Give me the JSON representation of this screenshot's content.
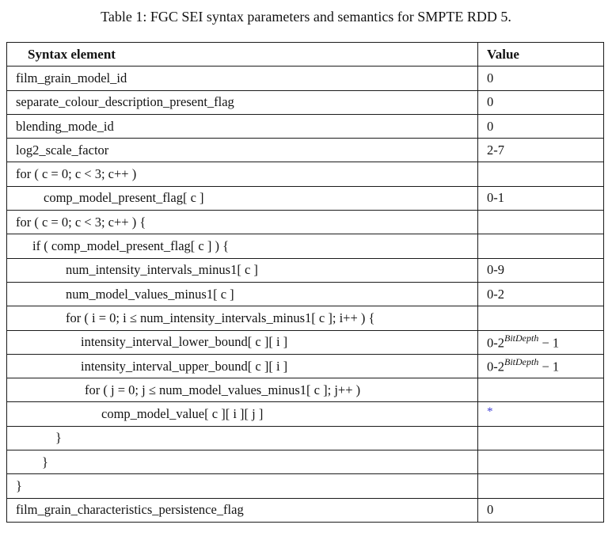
{
  "caption": "Table 1: FGC SEI syntax parameters and semantics for SMPTE RDD 5.",
  "table": {
    "headers": [
      "Syntax element",
      "Value"
    ],
    "rows": [
      {
        "syntax": "film_grain_model_id",
        "indent": 0,
        "value": "0"
      },
      {
        "syntax": "separate_colour_description_present_flag",
        "indent": 0,
        "value": "0"
      },
      {
        "syntax": "blending_mode_id",
        "indent": 0,
        "value": "0"
      },
      {
        "syntax": "log2_scale_factor",
        "indent": 0,
        "value": "2-7"
      },
      {
        "syntax": "for ( c = 0; c < 3; c++ )",
        "indent": 0,
        "value": ""
      },
      {
        "syntax": "comp_model_present_flag[ c ]",
        "indent": 35,
        "value": "0-1"
      },
      {
        "syntax": "for ( c = 0; c < 3; c++ ) {",
        "indent": 0,
        "value": ""
      },
      {
        "syntax": "if ( comp_model_present_flag[ c ] ) {",
        "indent": 21,
        "value": ""
      },
      {
        "syntax": "num_intensity_intervals_minus1[ c ]",
        "indent": 63,
        "value": "0-9"
      },
      {
        "syntax": "num_model_values_minus1[ c ]",
        "indent": 63,
        "value": "0-2"
      },
      {
        "syntax": "for ( i = 0; i ≤ num_intensity_intervals_minus1[ c ]; i++ ) {",
        "indent": 63,
        "value": ""
      },
      {
        "syntax": "intensity_interval_lower_bound[ c ][ i ]",
        "indent": 82,
        "value": {
          "base": "0-2",
          "sup": "BitDepth",
          "tail": " − 1"
        }
      },
      {
        "syntax": "intensity_interval_upper_bound[ c ][ i ]",
        "indent": 82,
        "value": {
          "base": "0-2",
          "sup": "BitDepth",
          "tail": " − 1"
        }
      },
      {
        "syntax": "for ( j = 0; j ≤ num_model_values_minus1[ c ]; j++ )",
        "indent": 87,
        "value": ""
      },
      {
        "syntax": "comp_model_value[ c ][ i ][ j ]",
        "indent": 108,
        "value": "*",
        "value_color": "#3e3ed6"
      },
      {
        "syntax": "}",
        "indent": 50,
        "value": ""
      },
      {
        "syntax": "}",
        "indent": 33,
        "value": ""
      },
      {
        "syntax": "}",
        "indent": 0,
        "value": ""
      },
      {
        "syntax": "film_grain_characteristics_persistence_flag",
        "indent": 0,
        "value": "0"
      }
    ]
  },
  "colors": {
    "background": "#ffffff",
    "border": "#1b1b1b",
    "text": "#131313",
    "asterisk": "#3e3ed6"
  }
}
